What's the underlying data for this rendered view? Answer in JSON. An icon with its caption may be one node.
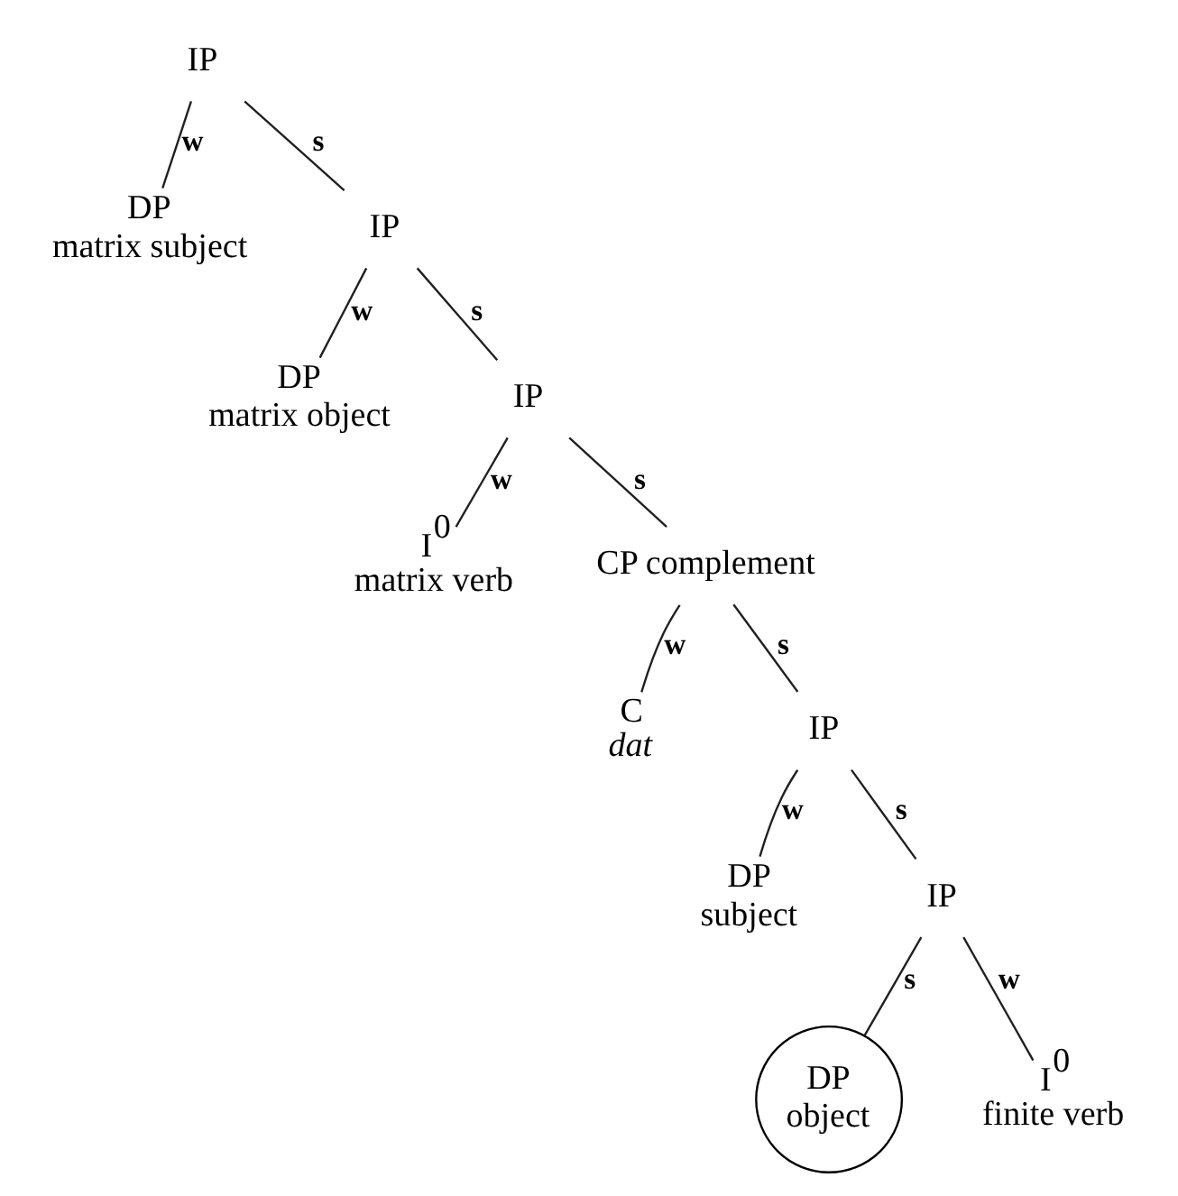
{
  "diagram": {
    "nodes": [
      {
        "text": [
          "IP"
        ]
      },
      {
        "text": [
          "DP",
          "matrix subject"
        ]
      },
      {
        "text": [
          "IP"
        ]
      },
      {
        "text": [
          "DP",
          "matrix object"
        ]
      },
      {
        "text": [
          "IP"
        ]
      },
      {
        "text": [
          "I$^{0}$",
          "matrix verb"
        ]
      },
      {
        "text": [
          "CP complement"
        ]
      },
      {
        "text": [
          "C",
          "dat"
        ]
      },
      {
        "text": [
          "IP"
        ]
      },
      {
        "text": [
          "DP",
          "subject"
        ]
      },
      {
        "text": [
          "IP"
        ]
      },
      {
        "text": [
          "DP",
          "object"
        ]
      },
      {
        "text": [
          "I$^{0}$",
          "finite verb"
        ]
      }
    ],
    "edges": [
      {
        "from": 0,
        "to": 1,
        "arrow": "none",
        "label": "w"
      },
      {
        "from": 0,
        "to": 2,
        "arrow": "none",
        "label": "s"
      },
      {
        "from": 2,
        "to": 3,
        "arrow": "none",
        "label": "w"
      },
      {
        "from": 2,
        "to": 4,
        "arrow": "none",
        "label": "s"
      },
      {
        "from": 4,
        "to": 5,
        "arrow": "none",
        "label": "w"
      },
      {
        "from": 4,
        "to": 6,
        "arrow": "none",
        "label": "s"
      },
      {
        "from": 6,
        "to": 7,
        "arrow": "none",
        "label": "w"
      },
      {
        "from": 6,
        "to": 8,
        "arrow": "none",
        "label": "s"
      },
      {
        "from": 8,
        "to": 9,
        "arrow": "none",
        "label": "w"
      },
      {
        "from": 8,
        "to": 10,
        "arrow": "none",
        "label": "s"
      },
      {
        "from": 10,
        "to": 11,
        "arrow": "none",
        "label": "s"
      },
      {
        "from": 10,
        "to": 12,
        "arrow": "none",
        "label": "w"
      }
    ]
  }
}
